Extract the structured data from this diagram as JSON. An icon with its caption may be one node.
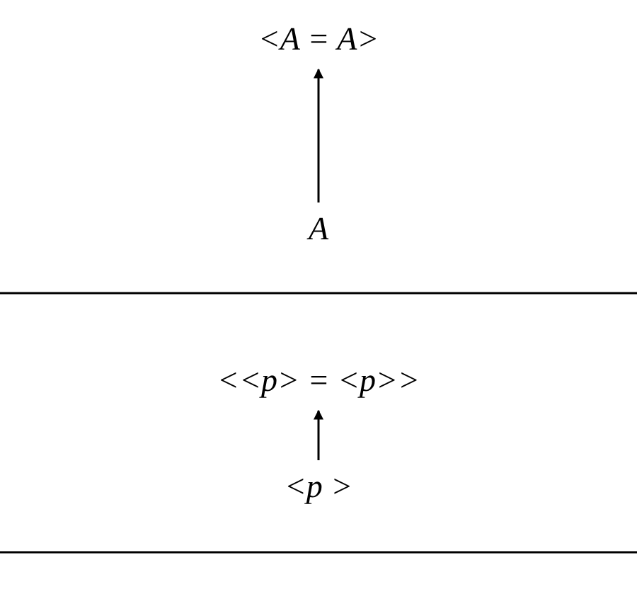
{
  "diagram": {
    "nodes": [
      {
        "text": [
          "<A = A>"
        ]
      },
      {
        "text": [
          "A"
        ]
      },
      {
        "text": [
          "<<p> = <p>>"
        ]
      },
      {
        "text": [
          "<p >"
        ]
      }
    ],
    "edges": [
      {
        "from": 1,
        "to": 0,
        "arrow": "to"
      },
      {
        "from": 3,
        "to": 2,
        "arrow": "to"
      }
    ]
  }
}
